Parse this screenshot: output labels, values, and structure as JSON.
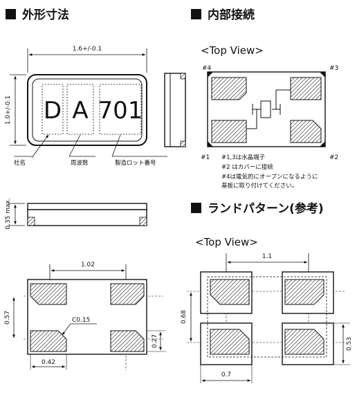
{
  "sections": {
    "outline": "外形寸法",
    "internal": "内部接続",
    "land": "ランドパターン(参考)"
  },
  "top_view": "<Top View>",
  "outline": {
    "dim_width": "1.6+/-0.1",
    "dim_height": "1.0+/-0.1",
    "dim_thickness": "0.35 max.",
    "marking": [
      "D",
      "A",
      "701"
    ],
    "label_company": "社名",
    "label_freq": "周波数",
    "label_lot": "製造ロット番号",
    "dim_pad_pitch": "1.02",
    "dim_pad_vertical": "0.57",
    "dim_chamfer": "C0.15",
    "dim_pad_height": "0.27",
    "dim_pad_width": "0.42"
  },
  "internal": {
    "pins": [
      "#1",
      "#2",
      "#3",
      "#4"
    ],
    "notes": [
      "#1,3は水晶端子",
      "#2 はカバーに接続",
      "#4は電気的にオープンになるように",
      "基板に取り付けてください。"
    ]
  },
  "land": {
    "dim_pitch": "1.1",
    "dim_vertical": "0.68",
    "dim_height": "0.53",
    "dim_width": "0.7"
  }
}
